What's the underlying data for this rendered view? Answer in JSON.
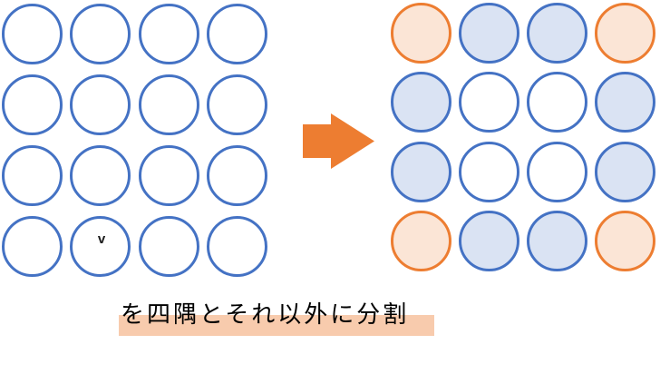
{
  "caption": {
    "text": "を四隅とそれ以外に分割",
    "highlighted": true
  },
  "marker": {
    "label": "v"
  },
  "left_grid": {
    "description": "before-state grid of unfilled circles",
    "pattern": [
      [
        "plain",
        "plain",
        "plain",
        "plain"
      ],
      [
        "plain",
        "plain",
        "plain",
        "plain"
      ],
      [
        "plain",
        "plain",
        "plain",
        "plain"
      ],
      [
        "plain",
        "plain",
        "plain",
        "plain"
      ]
    ]
  },
  "right_grid": {
    "description": "after-state grid split into corners (orange), border edges (light blue) and interior (unfilled)",
    "pattern": [
      [
        "corner",
        "edge",
        "edge",
        "corner"
      ],
      [
        "edge",
        "inner",
        "inner",
        "edge"
      ],
      [
        "edge",
        "inner",
        "inner",
        "edge"
      ],
      [
        "corner",
        "edge",
        "edge",
        "corner"
      ]
    ]
  },
  "icons": {
    "arrow": "right-block-arrow-icon"
  },
  "colors": {
    "blue_stroke": "#4472C4",
    "blue_fill": "#DAE3F3",
    "orange_stroke": "#ED7D31",
    "orange_fill": "#FBE5D6",
    "arrow": "#ED7D31",
    "highlight": "#F8CBAD",
    "caption_text": "#000000",
    "marker_text": "#1A1A1A"
  }
}
